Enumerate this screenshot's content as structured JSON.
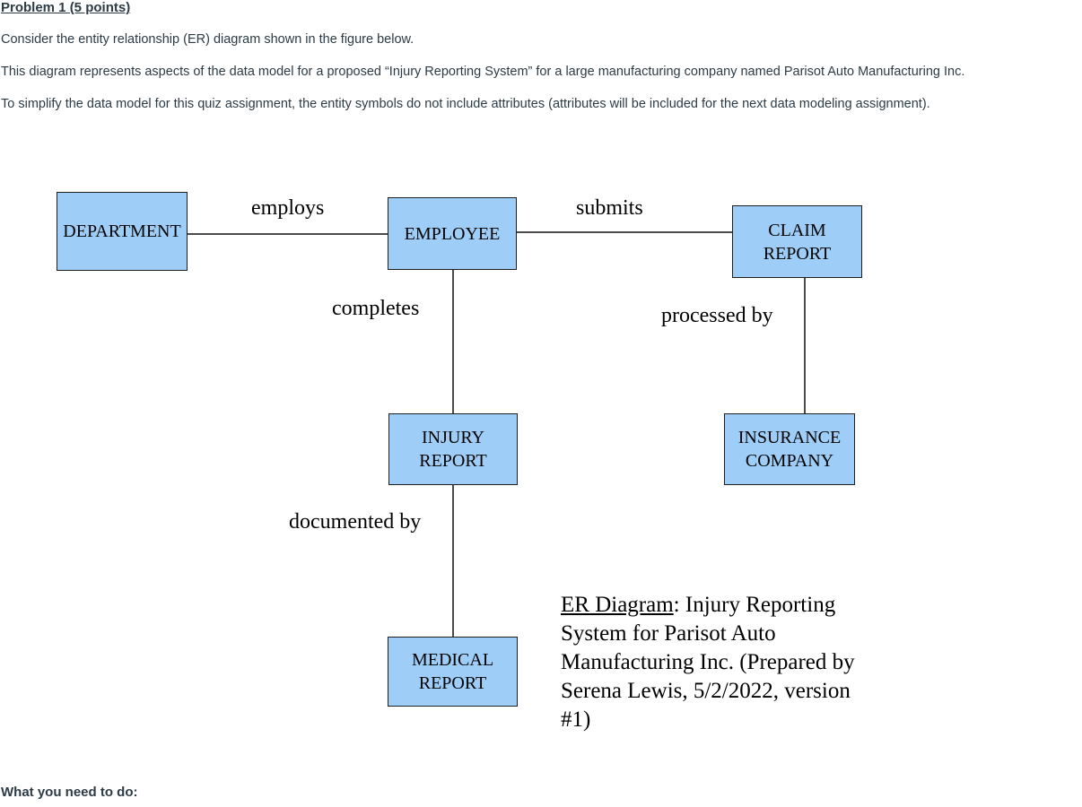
{
  "header": {
    "title": "Problem 1 (5 points)"
  },
  "intro": {
    "paragraphs": [
      "Consider the entity relationship (ER) diagram shown in the figure below.",
      "This diagram represents aspects of the data model for a proposed “Injury Reporting System” for a large manufacturing company named Parisot Auto Manufacturing Inc.",
      "To simplify the data model for this quiz assignment, the entity symbols do not include attributes (attributes will be included for the next data modeling assignment)."
    ]
  },
  "diagram": {
    "entities": {
      "department": "DEPARTMENT",
      "employee": "EMPLOYEE",
      "claim_report": "CLAIM\nREPORT",
      "injury_report": "INJURY\nREPORT",
      "insurance_company": "INSURANCE\nCOMPANY",
      "medical_report": "MEDICAL\nREPORT"
    },
    "relationships": {
      "employs": "employs",
      "submits": "submits",
      "completes": "completes",
      "processed_by": "processed by",
      "documented_by": "documented by"
    },
    "caption": {
      "lead": "ER Diagram",
      "rest": ": Injury Reporting System for Parisot Auto Manufacturing Inc. (Prepared by Serena Lewis, 5/2/2022, version #1)"
    },
    "colors": {
      "entity_fill": "#9ECEF8",
      "entity_border": "#1f1f1f",
      "connector": "#4b4b4b",
      "body_text": "#2D3B45"
    }
  },
  "footer": {
    "text": "What you need to do:"
  }
}
